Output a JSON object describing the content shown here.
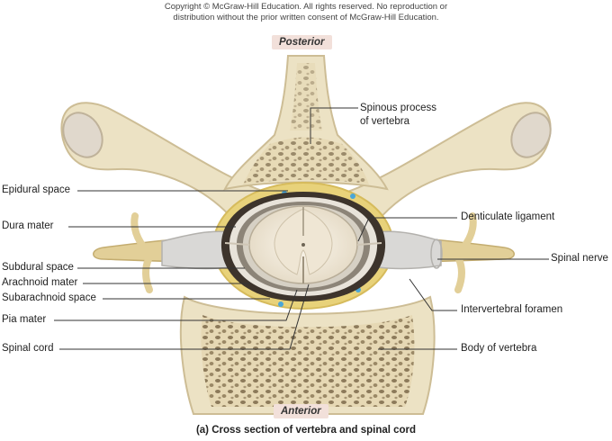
{
  "copyright": {
    "line1": "Copyright © McGraw-Hill Education.  All rights reserved. No reproduction or",
    "line2": "distribution without the prior written consent of McGraw-Hill Education."
  },
  "orientation": {
    "top": "Posterior",
    "bottom": "Anterior"
  },
  "labels": {
    "spinous_process_1": "Spinous process",
    "spinous_process_2": "of vertebra",
    "epidural_space": "Epidural space",
    "dura_mater": "Dura mater",
    "subdural_space": "Subdural space",
    "arachnoid_mater": "Arachnoid mater",
    "subarachnoid_space": "Subarachnoid space",
    "pia_mater": "Pia mater",
    "spinal_cord": "Spinal cord",
    "denticulate_ligament": "Denticulate ligament",
    "spinal_nerve": "Spinal nerve",
    "intervertebral_foramen": "Intervertebral foramen",
    "body_of_vertebra": "Body of vertebra"
  },
  "caption": "(a) Cross section of vertebra and spinal cord",
  "colors": {
    "bone": "#ece2c4",
    "bone_shadow": "#cdbd95",
    "spongy_bone": "#8c7a5a",
    "fat": "#e8d27a",
    "dura": "#3d342c",
    "cord": "#f3ecdf",
    "nerve": "#e2cf98",
    "nerve_sheath": "#d9d8d6"
  }
}
